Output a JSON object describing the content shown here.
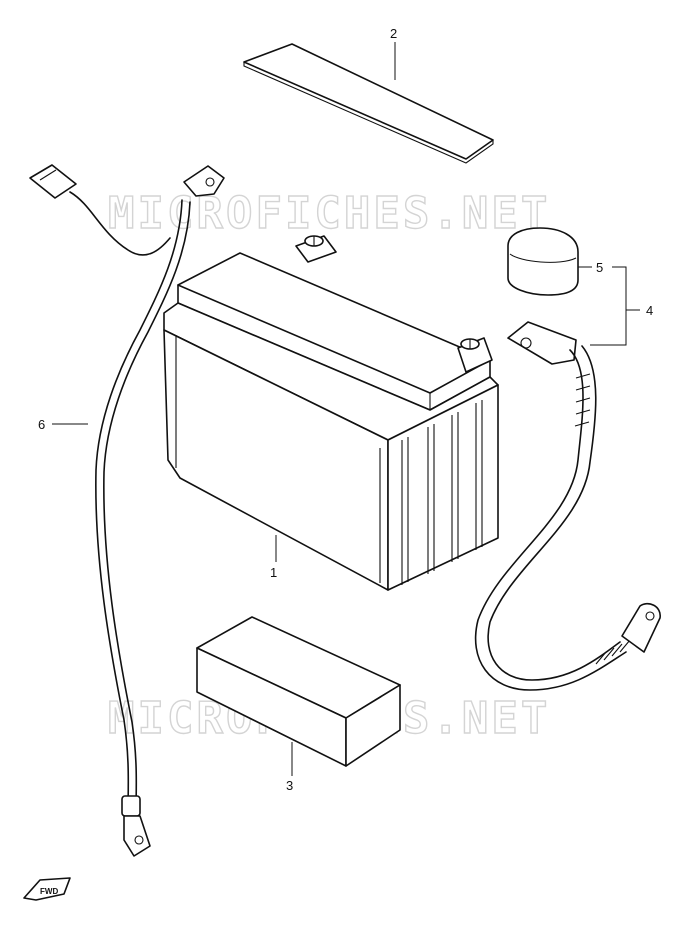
{
  "watermark": "MICROFICHES.NET",
  "fwd_label": "FWD",
  "callouts": [
    {
      "id": "1",
      "label": "1",
      "part": "battery"
    },
    {
      "id": "2",
      "label": "2",
      "part": "pad-top"
    },
    {
      "id": "3",
      "label": "3",
      "part": "pad-bottom"
    },
    {
      "id": "4",
      "label": "4",
      "part": "negative-cable-set"
    },
    {
      "id": "5",
      "label": "5",
      "part": "terminal-cover"
    },
    {
      "id": "6",
      "label": "6",
      "part": "positive-lead-wire"
    }
  ]
}
